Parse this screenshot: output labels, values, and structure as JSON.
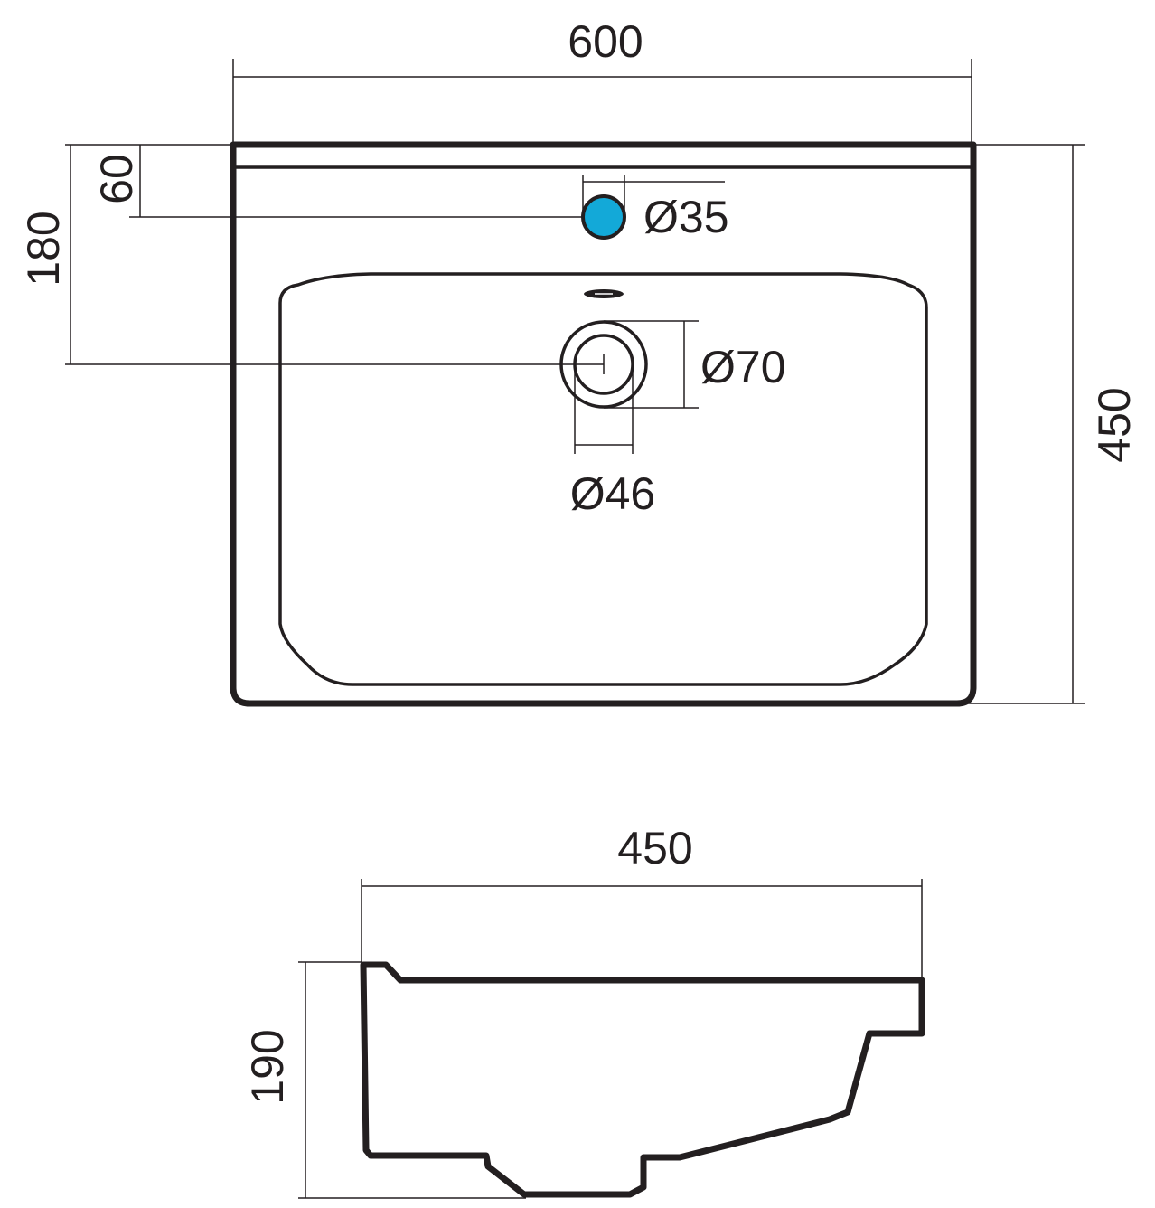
{
  "top_view": {
    "width_label": "600",
    "depth_label": "450",
    "drain_offset_label": "180",
    "tap_offset_label": "60",
    "tap_hole_label": "Ø35",
    "drain_outer_label": "Ø70",
    "drain_inner_label": "Ø46",
    "tap_hole_color": "#13a9d8"
  },
  "side_view": {
    "depth_label": "450",
    "height_label": "190"
  }
}
